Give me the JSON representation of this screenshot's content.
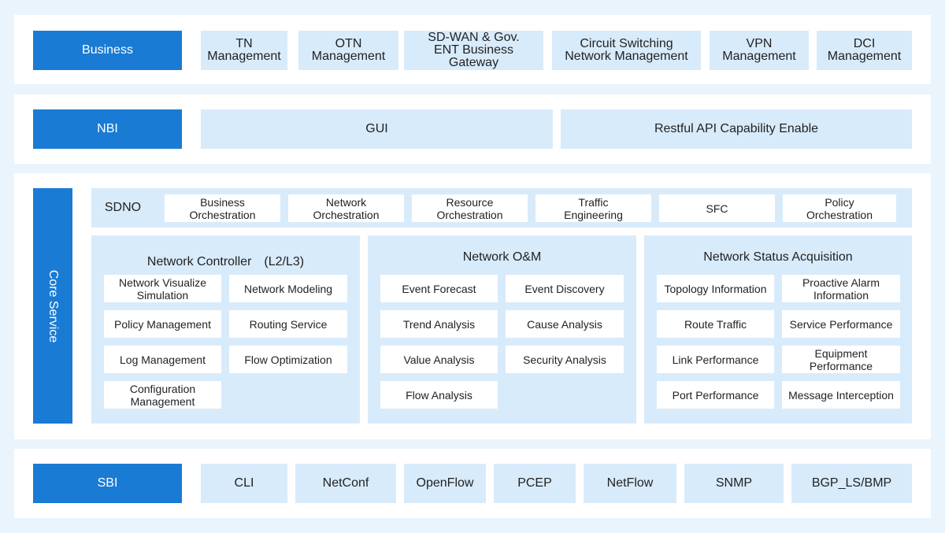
{
  "business": {
    "label": "Business",
    "items": [
      "TN\nManagement",
      "OTN\nManagement",
      "SD-WAN & Gov.\nENT Business\nGateway",
      "Circuit Switching\nNetwork Management",
      "VPN\nManagement",
      "DCI\nManagement"
    ]
  },
  "nbi": {
    "label": "NBI",
    "items": [
      "GUI",
      "Restful API Capability Enable"
    ]
  },
  "core": {
    "label": "Core Service",
    "sdno": {
      "label": "SDNO",
      "items": [
        "Business\nOrchestration",
        "Network\nOrchestration",
        "Resource\nOrchestration",
        "Traffic\nEngineering",
        "SFC",
        "Policy\nOrchestration"
      ]
    },
    "controller": {
      "title": "Network Controller　(L2/L3)",
      "items": [
        "Network Visualize\nSimulation",
        "Network Modeling",
        "Policy Management",
        "Routing Service",
        "Log Management",
        "Flow Optimization",
        "Configuration\nManagement"
      ]
    },
    "om": {
      "title": "Network O&M",
      "items": [
        "Event Forecast",
        "Event Discovery",
        "Trend Analysis",
        "Cause Analysis",
        "Value Analysis",
        "Security Analysis",
        "Flow Analysis"
      ]
    },
    "status": {
      "title": "Network Status Acquisition",
      "items": [
        "Topology Information",
        "Proactive Alarm\nInformation",
        "Route Traffic",
        "Service Performance",
        "Link Performance",
        "Equipment\nPerformance",
        "Port Performance",
        "Message Interception"
      ]
    }
  },
  "sbi": {
    "label": "SBI",
    "items": [
      "CLI",
      "NetConf",
      "OpenFlow",
      "PCEP",
      "NetFlow",
      "SNMP",
      "BGP_LS/BMP"
    ]
  }
}
